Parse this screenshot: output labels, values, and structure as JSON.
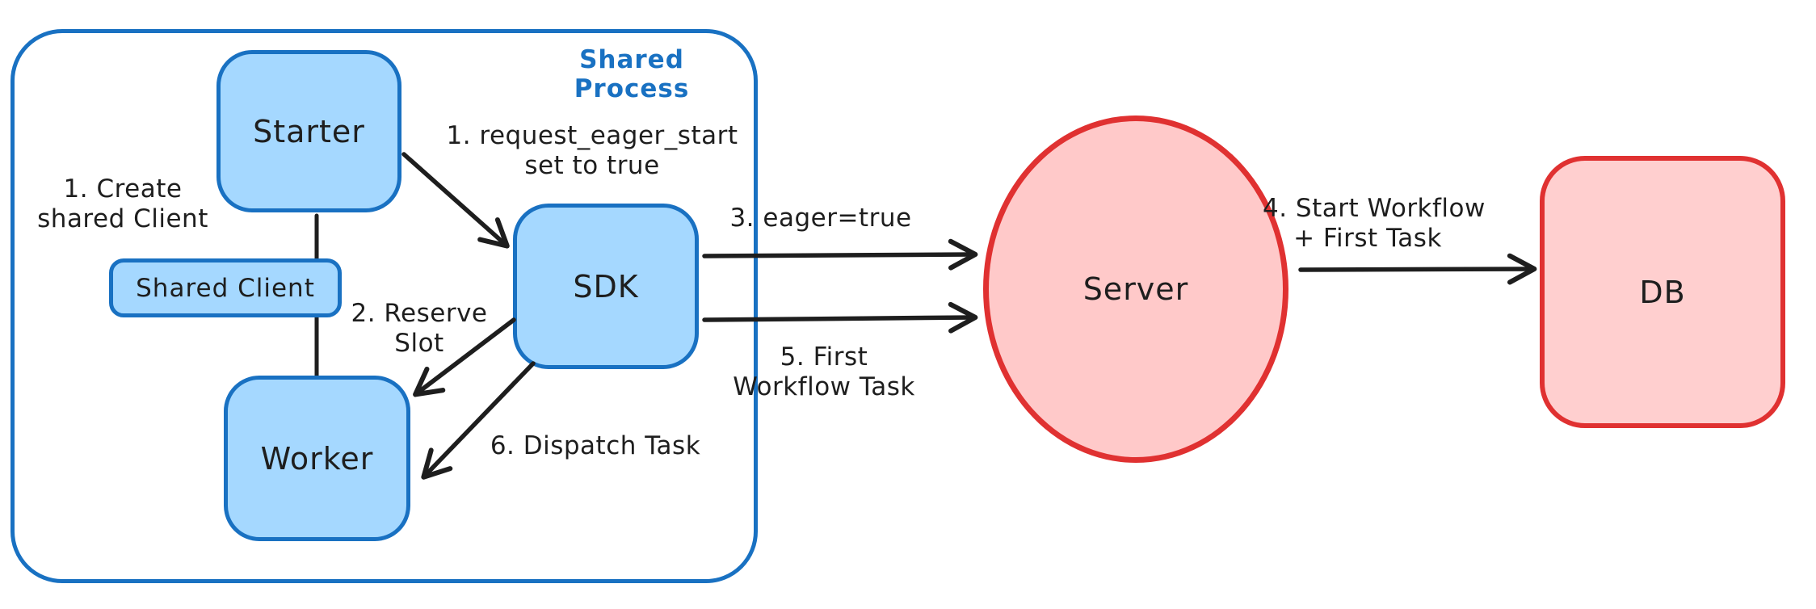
{
  "diagram": {
    "container_label": "Shared Process",
    "nodes": {
      "starter": "Starter",
      "shared_client": "Shared Client",
      "worker": "Worker",
      "sdk": "SDK",
      "server": "Server",
      "db": "DB"
    },
    "annotations": {
      "create_client": {
        "lines": [
          "1. Create",
          "shared Client"
        ]
      },
      "request_eager": {
        "lines": [
          "1. request_eager_start",
          "set to true"
        ]
      },
      "reserve_slot": {
        "lines": [
          "2. Reserve",
          "Slot"
        ]
      },
      "eager_true": {
        "lines": [
          "3. eager=true"
        ]
      },
      "start_workflow": {
        "lines": [
          "4. Start Workflow",
          "+ First Task"
        ]
      },
      "first_task": {
        "lines": [
          "5. First",
          "Workflow Task"
        ]
      },
      "dispatch_task": {
        "lines": [
          "6. Dispatch Task"
        ]
      }
    },
    "colors": {
      "blue_stroke": "#1971c2",
      "blue_fill": "#a5d8ff",
      "red_stroke": "#e03131",
      "red_fill": "#ffc9c9",
      "ink": "#1e1e1e",
      "background": "#ffffff"
    }
  }
}
